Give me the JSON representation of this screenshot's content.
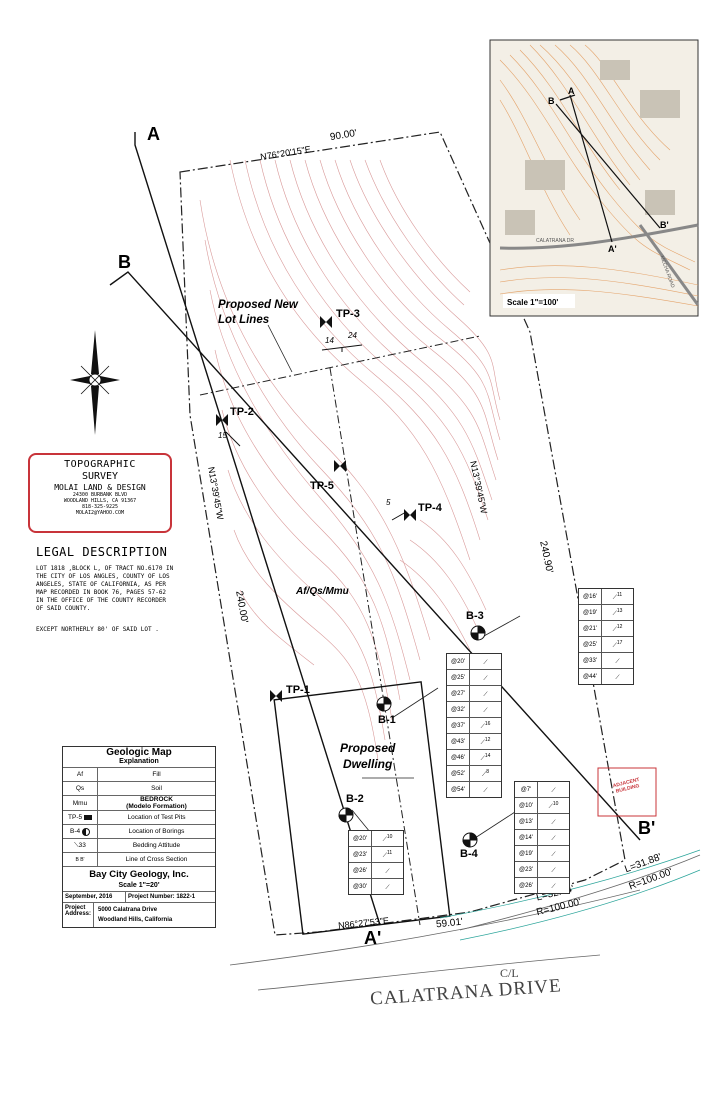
{
  "title_block": {
    "line1": "TOPOGRAPHIC",
    "line2": "SURVEY",
    "line3": "MOLAI LAND & DESIGN",
    "addr1": "24300 BURBANK BLVD",
    "addr2": "WOODLAND HILLS, CA 91367",
    "phone": "818-325-9225",
    "email": "MOLAI2@YAHOO.COM"
  },
  "legal": {
    "heading": "LEGAL DESCRIPTION",
    "text": "LOT 1818 ,BLOCK L, OF TRACT NO.6170 IN THE CITY OF LOS ANGLES, COUNTY OF LOS ANGELES, STATE OF CALIFORNIA, AS PER MAP RECORDED IN BOOK 76, PAGES 57-62 IN THE OFFICE OF THE COUNTY RECORDER OF SAID COUNTY.",
    "except": "EXCEPT NORTHERLY 80' OF SAID LOT ."
  },
  "legend": {
    "title": "Geologic Map",
    "subtitle": "Explanation",
    "rows": [
      {
        "sym": "Af",
        "desc": "Fill"
      },
      {
        "sym": "Qs",
        "desc": "Soil"
      },
      {
        "sym": "Mmu",
        "desc": "BEDROCK",
        "desc2": "(Modelo Formation)"
      },
      {
        "sym": "TP-5",
        "desc": "Location of Test Pits"
      },
      {
        "sym": "B-4",
        "desc": "Location of Borings"
      },
      {
        "sym": "33",
        "desc": "Bedding Attitude"
      },
      {
        "sym": "B    B'",
        "desc": "Line of Cross Section"
      }
    ],
    "company": "Bay City Geology, Inc.",
    "scale": "Scale 1\"=20'",
    "date": "September, 2016",
    "project_number": "Project Number: 1822-1",
    "project_label": "Project Address:",
    "address1": "5000 Calatrana Drive",
    "address2": "Woodland Hills, California"
  },
  "map": {
    "section_A": "A",
    "section_A_prime": "A'",
    "section_B": "B",
    "section_B_prime": "B'",
    "bearing_top": "N76°20'15\"E",
    "dist_top": "90.00'",
    "bearing_right": "N13°39'45\"W",
    "dist_right": "240.90'",
    "bearing_left": "N13°39'45\"W",
    "dist_left": "240.00'",
    "bearing_bottom": "N86°27'53\"E",
    "dist_bottom": "59.01'",
    "curve1_L": "L=32.04'",
    "curve1_R": "R=100.00'",
    "curve2_L": "L=31.88'",
    "curve2_R": "R=100.00'",
    "proposed_lot_lines": "Proposed New",
    "proposed_lot_lines2": "Lot Lines",
    "proposed_dwelling": "Proposed",
    "proposed_dwelling2": "Dwelling",
    "geo_units": "Af/Qs/Mmu",
    "street": "CALATRANA DRIVE",
    "centerline": "C/L",
    "adjacent": "ADJACENT BUILDING",
    "test_pits": [
      {
        "id": "TP-1"
      },
      {
        "id": "TP-2",
        "dip": "15"
      },
      {
        "id": "TP-3",
        "dip1": "14",
        "dip2": "24"
      },
      {
        "id": "TP-4",
        "dip": "5"
      },
      {
        "id": "TP-5"
      }
    ],
    "borings": [
      "B-1",
      "B-2",
      "B-3",
      "B-4"
    ],
    "B1_attitudes": [
      {
        "depth": "@20'",
        "dip": ""
      },
      {
        "depth": "@25'",
        "dip": ""
      },
      {
        "depth": "@27'",
        "dip": ""
      },
      {
        "depth": "@32'",
        "dip": ""
      },
      {
        "depth": "@37'",
        "dip": "16"
      },
      {
        "depth": "@43'",
        "dip": "12"
      },
      {
        "depth": "@46'",
        "dip": "14"
      },
      {
        "depth": "@52'",
        "dip": "8"
      },
      {
        "depth": "@54'",
        "dip": ""
      }
    ],
    "B2_attitudes": [
      {
        "depth": "@20'",
        "dip": "10"
      },
      {
        "depth": "@23'",
        "dip": "11"
      },
      {
        "depth": "@26'",
        "dip": ""
      },
      {
        "depth": "@30'",
        "dip": ""
      }
    ],
    "B3_attitudes": [
      {
        "depth": "@16'",
        "dip": "11"
      },
      {
        "depth": "@19'",
        "dip": "13"
      },
      {
        "depth": "@21'",
        "dip": "12"
      },
      {
        "depth": "@25'",
        "dip": "17"
      },
      {
        "depth": "@33'",
        "dip": ""
      },
      {
        "depth": "@44'",
        "dip": ""
      }
    ],
    "B4_attitudes": [
      {
        "depth": "@7'",
        "dip": ""
      },
      {
        "depth": "@10'",
        "dip": "10"
      },
      {
        "depth": "@13'",
        "dip": ""
      },
      {
        "depth": "@14'",
        "dip": ""
      },
      {
        "depth": "@19'",
        "dip": ""
      },
      {
        "depth": "@23'",
        "dip": ""
      },
      {
        "depth": "@26'",
        "dip": ""
      }
    ]
  },
  "inset": {
    "label_A": "A",
    "label_B": "B",
    "label_A_prime": "A'",
    "label_B_prime": "B'",
    "scale": "Scale 1\"=100'",
    "street1": "CALATRANA DR",
    "street2": "MECHA ROAD"
  },
  "colors": {
    "contour": "#d47a7a",
    "property_line": "#222222",
    "title_border": "#c8343a",
    "inset_contour": "#e4a36a"
  }
}
